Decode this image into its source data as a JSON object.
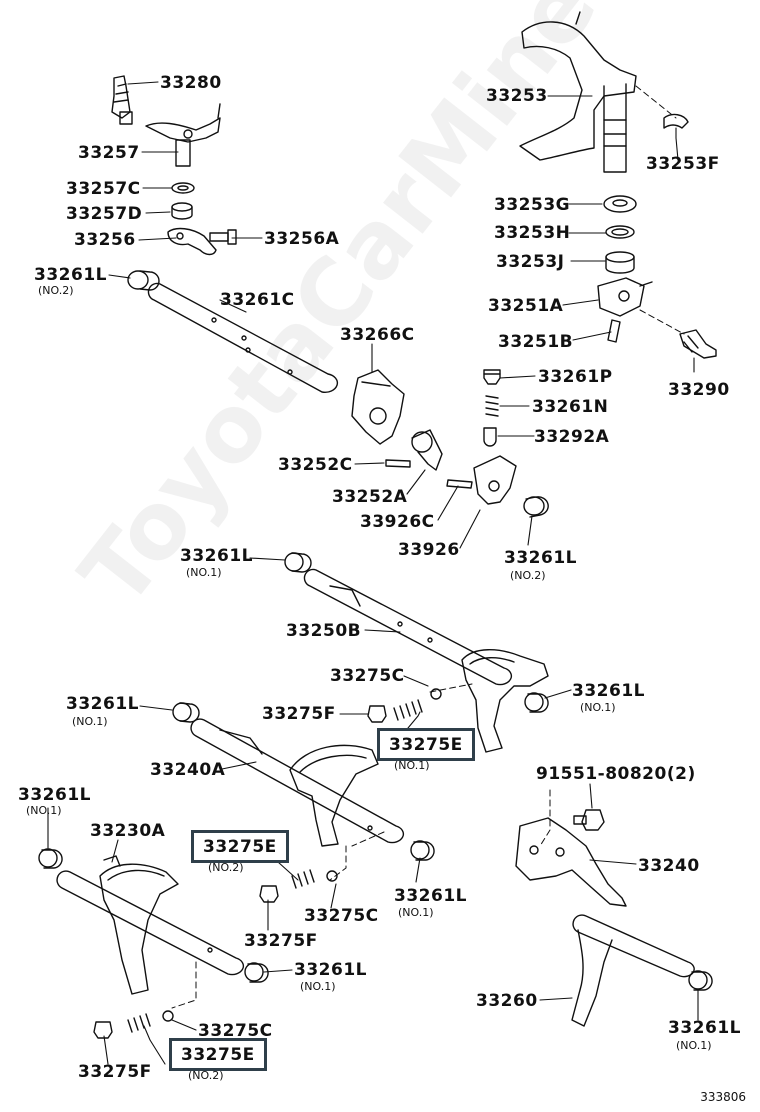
{
  "parts": {
    "p33280": "33280",
    "p33257": "33257",
    "p33257C": "33257C",
    "p33257D": "33257D",
    "p33256": "33256",
    "p33256A": "33256A",
    "p33261L_a": "33261L",
    "p33261C": "33261C",
    "p33266C": "33266C",
    "p33252C": "33252C",
    "p33252A": "33252A",
    "p33926C": "33926C",
    "p33926": "33926",
    "p33253": "33253",
    "p33253F": "33253F",
    "p33253G": "33253G",
    "p33253H": "33253H",
    "p33253J": "33253J",
    "p33251A": "33251A",
    "p33251B": "33251B",
    "p33261P": "33261P",
    "p33261N": "33261N",
    "p33292A": "33292A",
    "p33290": "33290",
    "p33261L_b": "33261L",
    "p33261L_c": "33261L",
    "p33250B": "33250B",
    "p33275C_a": "33275C",
    "p33261L_d": "33261L",
    "p33261L_e": "33261L",
    "p33275F_a": "33275F",
    "p33275E_a": "33275E",
    "p33240A": "33240A",
    "p91551": "91551-80820(2)",
    "p33261L_f": "33261L",
    "p33230A": "33230A",
    "p33275E_b": "33275E",
    "p33240": "33240",
    "p33261L_g": "33261L",
    "p33275F_b": "33275F",
    "p33275C_b": "33275C",
    "p33261L_h": "33261L",
    "p33260": "33260",
    "p33275C_c": "33275C",
    "p33275E_c": "33275E",
    "p33261L_i": "33261L",
    "p33275F_c": "33275F"
  },
  "notes": {
    "no2": "(NO.2)",
    "no1": "(NO.1)"
  },
  "watermark": "ToyotaCarMine.ru",
  "reference": "333806",
  "colors": {
    "ink": "#111111",
    "highlight_box": "#2f3f4a"
  }
}
